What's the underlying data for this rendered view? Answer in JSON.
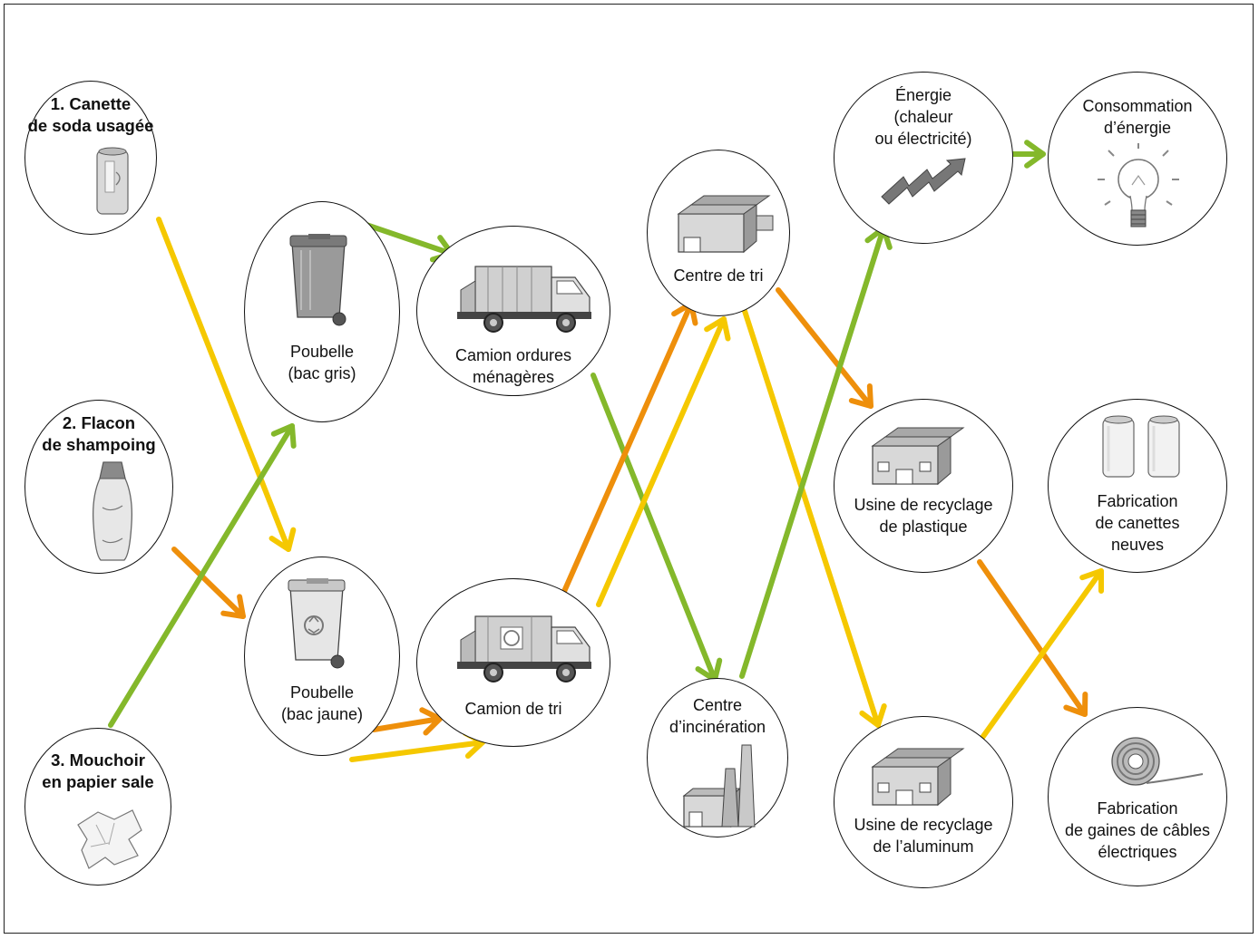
{
  "colors": {
    "yellow": "#f5c800",
    "orange": "#ee8f0b",
    "green": "#84b82b",
    "stroke": "#111111"
  },
  "nodes": {
    "can": {
      "label": "1. Canette\nde soda usagée",
      "icon": "soda-can-icon"
    },
    "bottle": {
      "label": "2. Flacon\nde shampoing",
      "icon": "shampoo-bottle-icon"
    },
    "tissue": {
      "label": "3. Mouchoir\nen papier sale",
      "icon": "tissue-icon"
    },
    "bin_grey": {
      "label": "Poubelle\n(bac gris)",
      "icon": "grey-bin-icon"
    },
    "bin_yellow": {
      "label": "Poubelle\n(bac jaune)",
      "icon": "yellow-bin-icon"
    },
    "truck_garbage": {
      "label": "Camion ordures\nménagères",
      "icon": "garbage-truck-icon"
    },
    "truck_sort": {
      "label": "Camion de tri",
      "icon": "sorting-truck-icon"
    },
    "sort_center": {
      "label": "Centre de tri",
      "icon": "factory-icon"
    },
    "incinerator": {
      "label": "Centre\nd’incinération",
      "icon": "incinerator-icon"
    },
    "energy": {
      "label": "Énergie\n(chaleur\nou électricité)",
      "icon": "lightning-icon"
    },
    "consumption": {
      "label": "Consommation\nd’énergie",
      "icon": "light-bulb-icon"
    },
    "plastic_plant": {
      "label": "Usine de recyclage\nde plastique",
      "icon": "factory-icon"
    },
    "alu_plant": {
      "label": "Usine de recyclage\nde l’aluminum",
      "icon": "factory-icon"
    },
    "new_cans": {
      "label": "Fabrication\nde canettes\nneuves",
      "icon": "new-cans-icon"
    },
    "cables": {
      "label": "Fabrication\nde gaines de câbles\nélectriques",
      "icon": "cable-coil-icon"
    }
  },
  "flows": [
    {
      "from": "can",
      "to": "bin_yellow",
      "color": "yellow"
    },
    {
      "from": "bottle",
      "to": "bin_yellow",
      "color": "orange"
    },
    {
      "from": "tissue",
      "to": "bin_grey",
      "color": "green"
    },
    {
      "from": "bin_grey",
      "to": "truck_garbage",
      "color": "green"
    },
    {
      "from": "bin_yellow",
      "to": "truck_sort",
      "color": "orange"
    },
    {
      "from": "bin_yellow",
      "to": "truck_sort",
      "color": "yellow"
    },
    {
      "from": "truck_garbage",
      "to": "incinerator",
      "color": "green"
    },
    {
      "from": "truck_sort",
      "to": "sort_center",
      "color": "orange"
    },
    {
      "from": "truck_sort",
      "to": "sort_center",
      "color": "yellow"
    },
    {
      "from": "sort_center",
      "to": "plastic_plant",
      "color": "orange"
    },
    {
      "from": "sort_center",
      "to": "alu_plant",
      "color": "yellow"
    },
    {
      "from": "incinerator",
      "to": "energy",
      "color": "green"
    },
    {
      "from": "energy",
      "to": "consumption",
      "color": "green"
    },
    {
      "from": "plastic_plant",
      "to": "cables",
      "color": "orange"
    },
    {
      "from": "alu_plant",
      "to": "new_cans",
      "color": "yellow"
    }
  ]
}
